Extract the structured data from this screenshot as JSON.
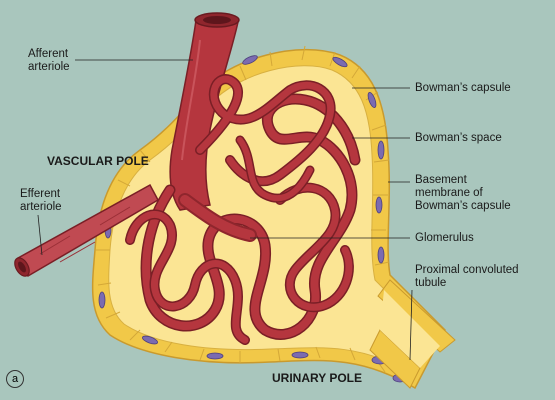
{
  "labels": {
    "afferent_arteriole": "Afferent\narteriole",
    "efferent_arteriole": "Efferent\narteriole",
    "vascular_pole": "VASCULAR POLE",
    "urinary_pole": "URINARY POLE",
    "bowmans_capsule": "Bowman’s capsule",
    "bowmans_space": "Bowman’s space",
    "basement_membrane": "Basement\nmembrane of\nBowman’s capsule",
    "glomerulus": "Glomerulus",
    "proximal_tubule": "Proximal convoluted\ntubule",
    "panel_letter": "a"
  },
  "colors": {
    "background": "#a9c6bd",
    "capsule_yellow": "#f4d35e",
    "space_yellow": "#fbe697",
    "vessel_red": "#b5363e",
    "vessel_dark": "#7a1f26",
    "nucleus_purple": "#7b6bb0",
    "cell_line": "#e0b84a"
  }
}
